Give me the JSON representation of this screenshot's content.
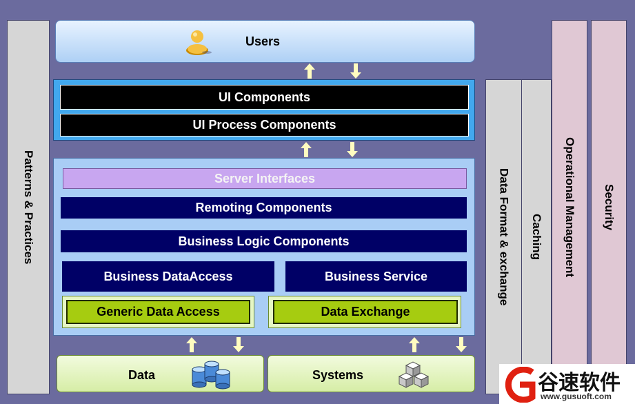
{
  "left_bar": {
    "label": "Patterns & Practices"
  },
  "right_bars": [
    {
      "label": "Data Format & exchange"
    },
    {
      "label": "Caching"
    },
    {
      "label": "Operational Management"
    },
    {
      "label": "Security"
    }
  ],
  "users": {
    "label": "Users",
    "icon": "user-icon"
  },
  "ui_layer": {
    "ui_components": "UI Components",
    "ui_process_components": "UI Process Components"
  },
  "business_layer": {
    "server_interfaces": "Server Interfaces",
    "remoting_components": "Remoting Components",
    "business_logic_components": "Business Logic Components",
    "business_data_access": "Business DataAccess",
    "business_service": "Business Service",
    "generic_data_access": "Generic Data Access",
    "data_exchange": "Data Exchange"
  },
  "bottom": {
    "data": {
      "label": "Data",
      "icon": "database-icon"
    },
    "systems": {
      "label": "Systems",
      "icon": "cubes-icon"
    }
  },
  "watermark": {
    "text": "谷速软件",
    "url": "www.gusuoft.com"
  },
  "colors": {
    "background": "#6b6b9e",
    "dark_navy": "#000066",
    "server_interfaces": "#c8a6f0",
    "green": "#a6cc10",
    "light_blue": "#aed0f5",
    "arrow": "#fffcc0"
  }
}
